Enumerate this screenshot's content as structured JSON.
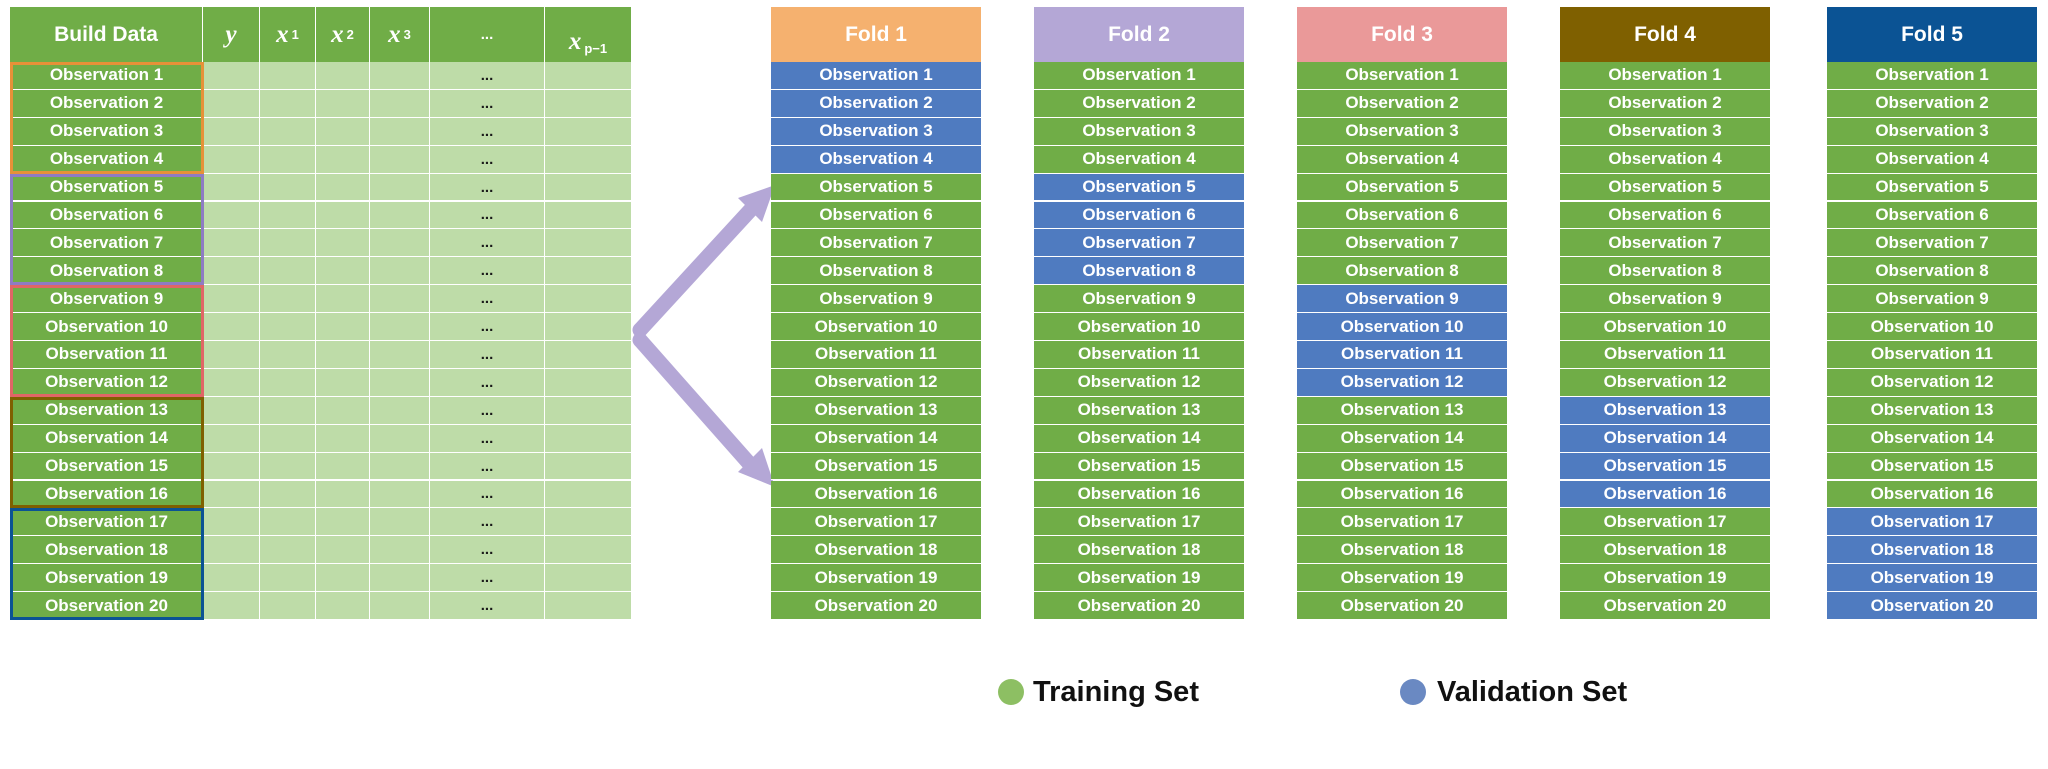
{
  "build_data": {
    "header": "Build Data",
    "columns": [
      {
        "name": "y"
      },
      {
        "name": "x",
        "sub": "1"
      },
      {
        "name": "x",
        "sub": "2"
      },
      {
        "name": "x",
        "sub": "3"
      },
      {
        "name": "..."
      },
      {
        "name": "x",
        "sub": "p−1"
      }
    ],
    "ellipsis": "..."
  },
  "observations": [
    "Observation 1",
    "Observation 2",
    "Observation 3",
    "Observation 4",
    "Observation 5",
    "Observation 6",
    "Observation 7",
    "Observation 8",
    "Observation 9",
    "Observation 10",
    "Observation 11",
    "Observation 12",
    "Observation 13",
    "Observation 14",
    "Observation 15",
    "Observation 16",
    "Observation 17",
    "Observation 18",
    "Observation 19",
    "Observation 20"
  ],
  "folds": [
    {
      "name": "Fold 1",
      "color": "#F5B16F",
      "validation": [
        1,
        4
      ]
    },
    {
      "name": "Fold 2",
      "color": "#B4A7D6",
      "validation": [
        5,
        8
      ]
    },
    {
      "name": "Fold 3",
      "color": "#EA9999",
      "validation": [
        9,
        12
      ]
    },
    {
      "name": "Fold 4",
      "color": "#7F6000",
      "validation": [
        13,
        16
      ]
    },
    {
      "name": "Fold 5",
      "color": "#0B5394",
      "validation": [
        17,
        20
      ]
    }
  ],
  "group_outline_colors": [
    "#E69138",
    "#8E7CC3",
    "#E06666",
    "#7F6000",
    "#0B5394"
  ],
  "colors": {
    "training": "#70AD47",
    "validation": "#4F7BC0",
    "grid": "#BEDCA8",
    "arrow": "#B4A7D6"
  },
  "legend": {
    "training": "Training Set",
    "validation": "Validation Set",
    "training_dot": "#8DBF63",
    "validation_dot": "#6A89C2"
  }
}
